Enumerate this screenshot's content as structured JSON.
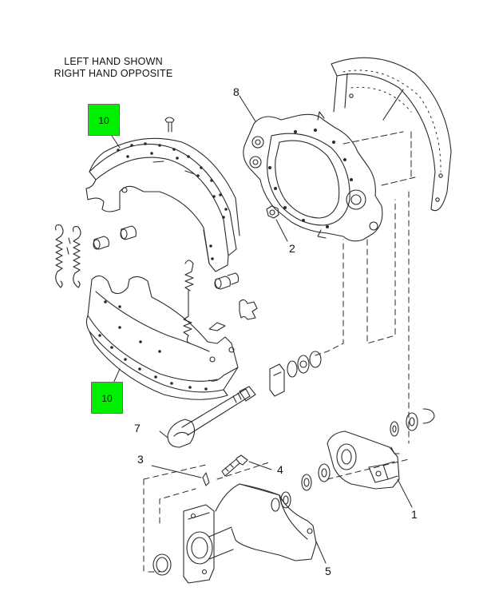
{
  "header": {
    "line1": "LEFT HAND SHOWN",
    "line2": "RIGHT HAND OPPOSITE"
  },
  "callouts": [
    {
      "label": "10"
    },
    {
      "label": "10"
    }
  ],
  "part_numbers": {
    "p1": "1",
    "p2": "2",
    "p3": "3",
    "p4": "4",
    "p5": "5",
    "p7": "7",
    "p8": "8"
  },
  "colors": {
    "callout_fill": "#00f000",
    "line": "#2a2a2a",
    "background": "#ffffff"
  }
}
